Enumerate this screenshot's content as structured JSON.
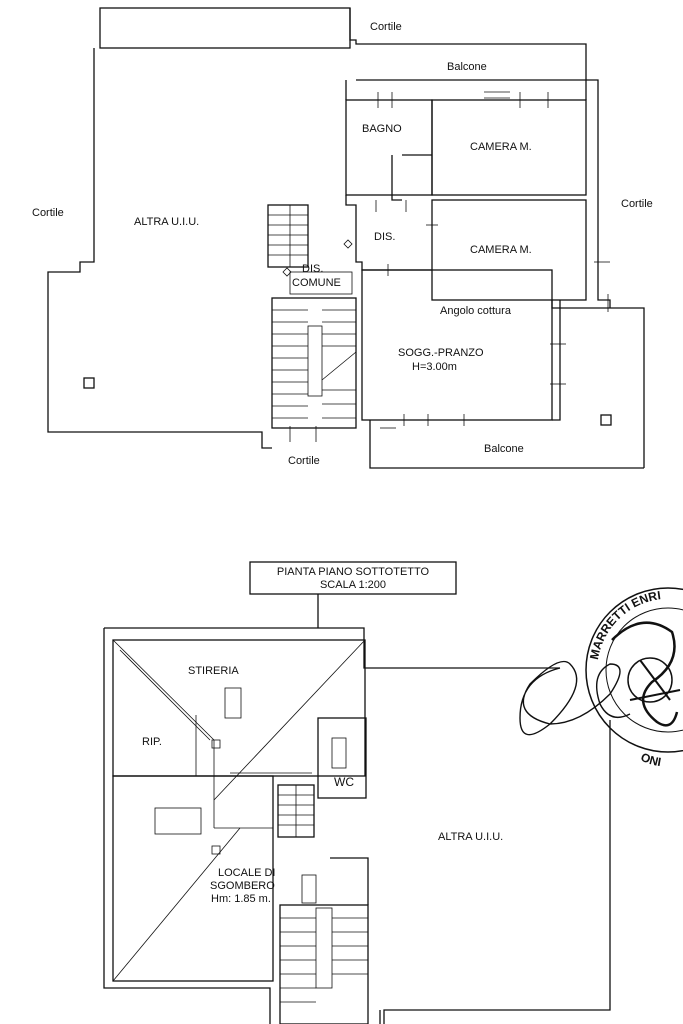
{
  "upper_plan": {
    "rooms": {
      "cortile_top": "Cortile",
      "balcone_top": "Balcone",
      "bagno": "BAGNO",
      "camera_m_1": "CAMERA M.",
      "cortile_left": "Cortile",
      "altra_uiu": "ALTRA U.I.U.",
      "dis": "DIS.",
      "camera_m_2": "CAMERA M.",
      "cortile_right": "Cortile",
      "dis_comune_1": "DIS.",
      "dis_comune_2": "COMUNE",
      "angolo_cottura": "Angolo cottura",
      "sogg_pranzo": "SOGG.-PRANZO",
      "height": "H=3.00m",
      "cortile_bottom": "Cortile",
      "balcone_bottom": "Balcone"
    }
  },
  "lower_plan": {
    "title_line1": "PIANTA PIANO SOTTOTETTO",
    "title_line2": "SCALA 1:200",
    "rooms": {
      "stireria": "STIRERIA",
      "rip": "RIP.",
      "wc": "WC",
      "locale_1": "LOCALE DI",
      "locale_2": "SGOMBERO",
      "height": "Hm: 1.85 m.",
      "altra_uiu": "ALTRA U.I.U."
    }
  },
  "stamp": {
    "text_top": "MARRETTI ENRI",
    "text_bottom": "ONI"
  }
}
